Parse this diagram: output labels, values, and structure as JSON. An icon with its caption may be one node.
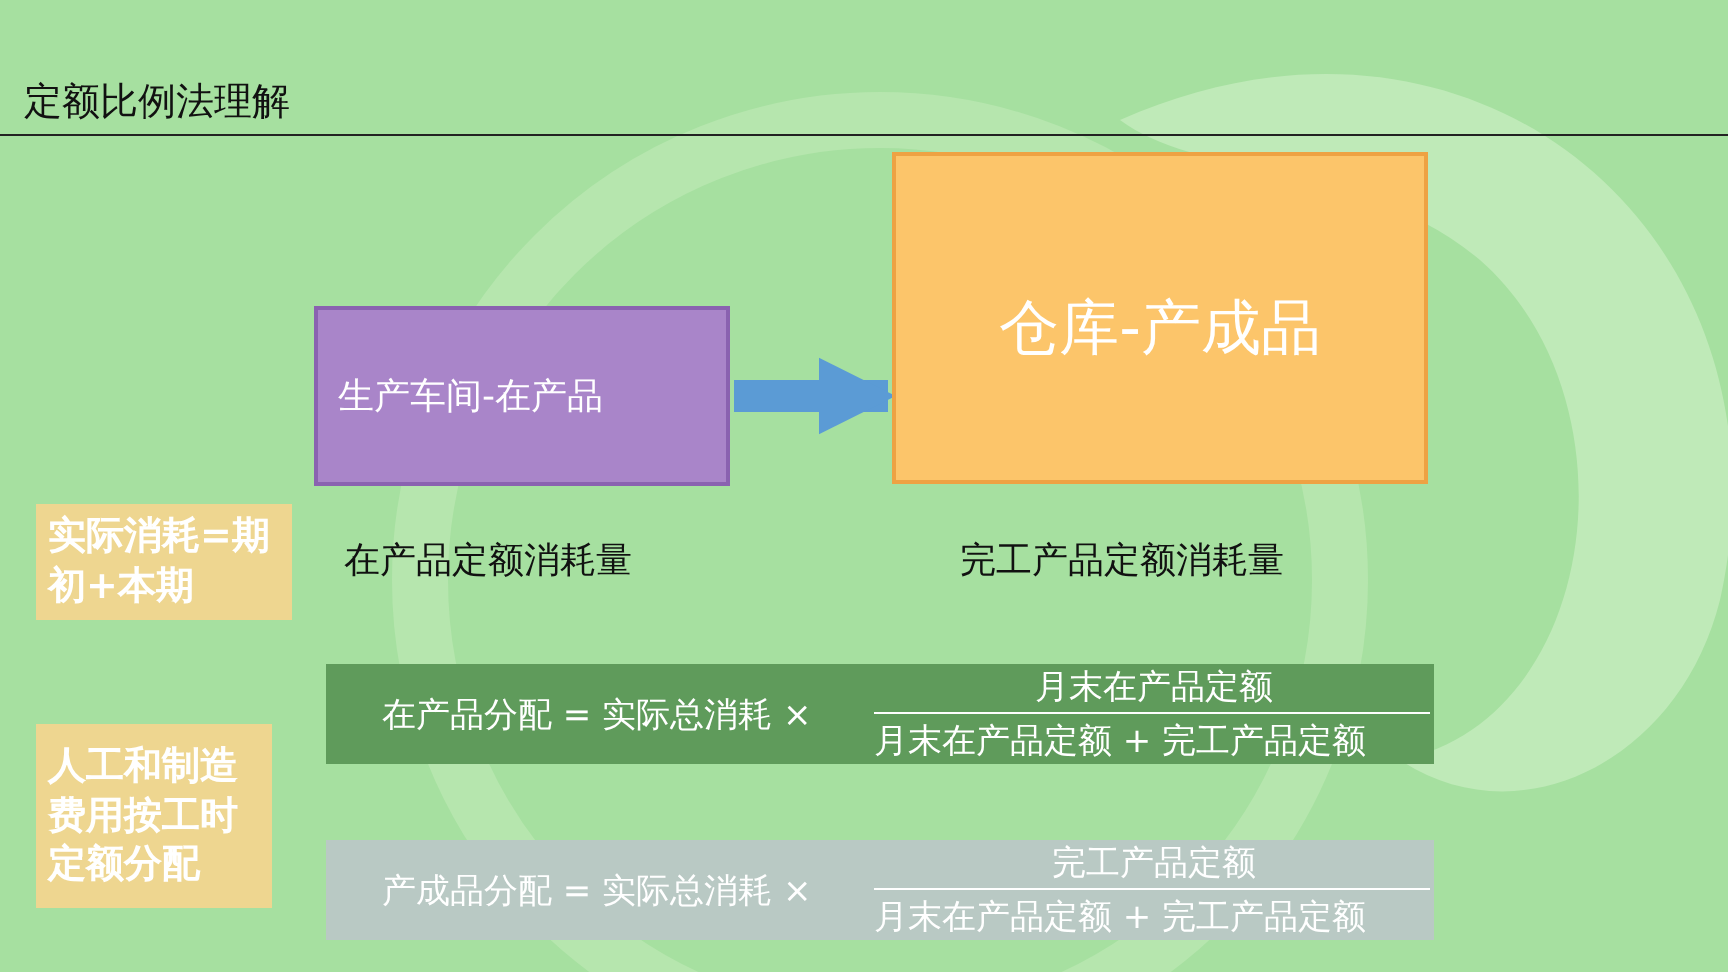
{
  "diagram": {
    "title": "定额比例法理解",
    "nodes": [
      {
        "text": [
          "生产车间-在产品"
        ],
        "beside": [
          "在产品定额消耗量"
        ]
      },
      {
        "text": [
          "仓库-产成品"
        ],
        "beside": [
          "完工产品定额消耗量"
        ]
      },
      {
        "text": [
          "实际消耗=期初+本期"
        ]
      },
      {
        "text": [
          "人工和制造费用按工时定额分配"
        ]
      },
      {
        "text": [
          "在产品分配 = 实际总消耗 ×",
          "月末在产品定额",
          "月末在产品定额 + 完工产品定额"
        ]
      },
      {
        "text": [
          "产成品分配 = 实际总消耗 ×",
          "完工产品定额",
          "月末在产品定额 + 完工产品定额"
        ]
      }
    ],
    "edges": [
      {
        "from": 0,
        "to": 1,
        "arrow": "to"
      }
    ]
  }
}
